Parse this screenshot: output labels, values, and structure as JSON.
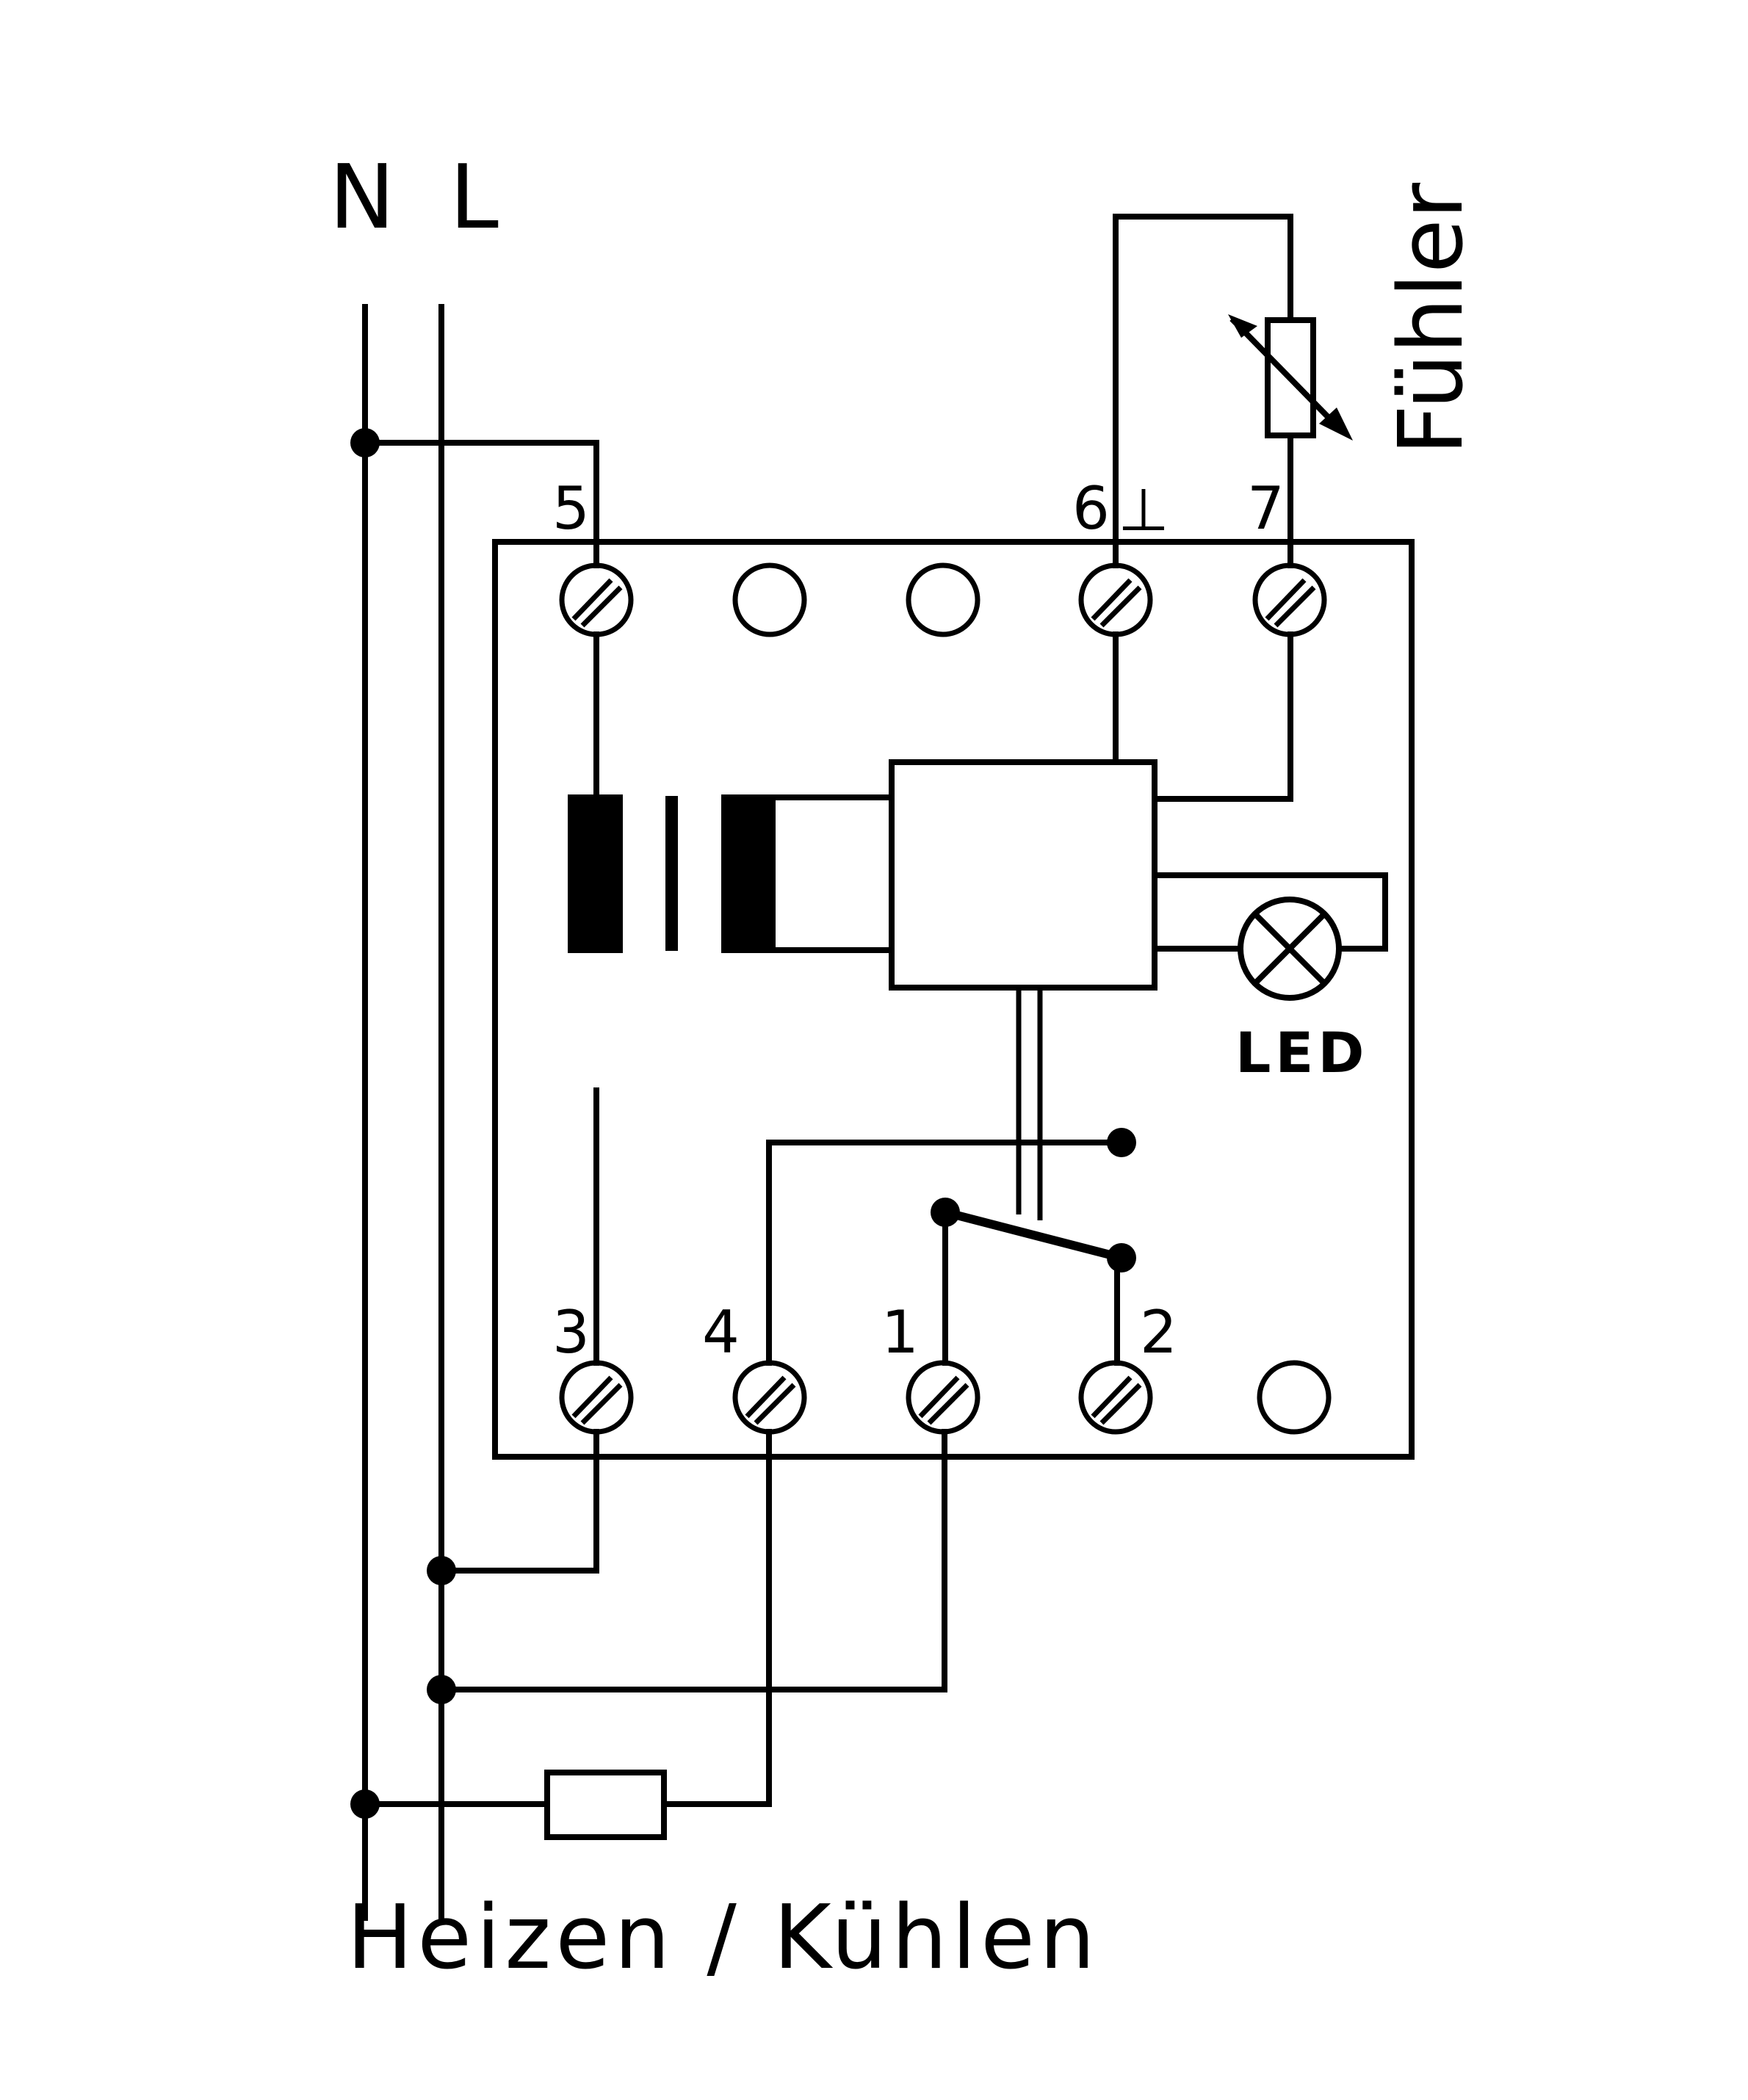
{
  "labels": {
    "neutral": "N",
    "line": "L",
    "sensor": "Fühler",
    "led": "LED",
    "mode": "Heizen / Kühlen"
  },
  "terminals": {
    "top": [
      {
        "id": "5",
        "label": "5",
        "type": "screw"
      },
      {
        "id": "empty-a",
        "label": "",
        "type": "empty"
      },
      {
        "id": "empty-b",
        "label": "",
        "type": "empty"
      },
      {
        "id": "6",
        "label": "6",
        "type": "screw",
        "symbol": "⊥"
      },
      {
        "id": "7",
        "label": "7",
        "type": "screw"
      }
    ],
    "bottom": [
      {
        "id": "3",
        "label": "3",
        "type": "screw"
      },
      {
        "id": "4",
        "label": "4",
        "type": "screw"
      },
      {
        "id": "1",
        "label": "1",
        "type": "screw"
      },
      {
        "id": "2",
        "label": "2",
        "type": "screw"
      },
      {
        "id": "empty-c",
        "label": "",
        "type": "empty"
      }
    ]
  },
  "components": [
    "transformer",
    "control-unit",
    "led-indicator",
    "relay-changeover-switch",
    "temperature-sensor-ntc",
    "load-resistor"
  ],
  "colors": {
    "ink": "#000000",
    "background": "#ffffff"
  }
}
